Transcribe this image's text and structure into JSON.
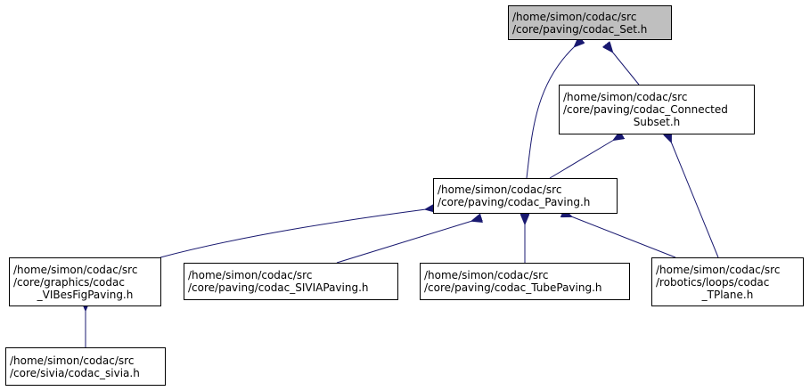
{
  "graph": {
    "nodes": {
      "set": {
        "lines": [
          "/home/simon/codac/src",
          "/core/paving/codac_Set.h"
        ]
      },
      "connected": {
        "lines": [
          "/home/simon/codac/src",
          "/core/paving/codac_Connected",
          "Subset.h"
        ]
      },
      "paving": {
        "lines": [
          "/home/simon/codac/src",
          "/core/paving/codac_Paving.h"
        ]
      },
      "vibes": {
        "lines": [
          "/home/simon/codac/src",
          "/core/graphics/codac",
          "_VIBesFigPaving.h"
        ]
      },
      "sivia_pav": {
        "lines": [
          "/home/simon/codac/src",
          "/core/paving/codac_SIVIAPaving.h"
        ]
      },
      "tube_pav": {
        "lines": [
          "/home/simon/codac/src",
          "/core/paving/codac_TubePaving.h"
        ]
      },
      "tplane": {
        "lines": [
          "/home/simon/codac/src",
          "/robotics/loops/codac",
          "_TPlane.h"
        ]
      },
      "sivia": {
        "lines": [
          "/home/simon/codac/src",
          "/core/sivia/codac_sivia.h"
        ]
      }
    },
    "colors": {
      "edge": "#191970",
      "highlight_fill": "#bfbfbf",
      "border": "#000000"
    }
  }
}
